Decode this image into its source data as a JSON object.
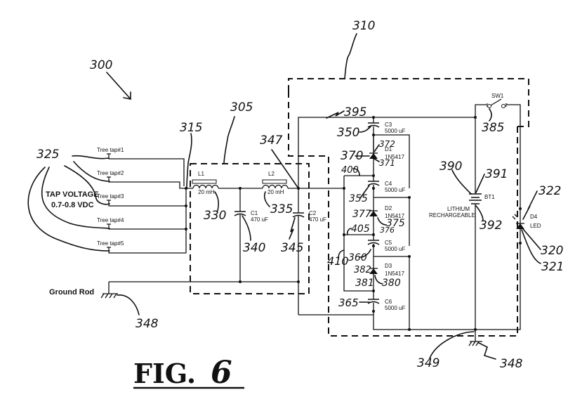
{
  "figure": {
    "title": "FIG.",
    "number": "6",
    "reference": "300"
  },
  "modules": {
    "filter_module": "305",
    "storage_module": "310"
  },
  "inputs": {
    "group_ref": "325",
    "taps": [
      "Tree tap#1",
      "Tree tap#2",
      "Tree tap#3",
      "Tree tap#4",
      "Tree tap#5"
    ],
    "tap_voltage_label": "TAP VOLTAGE",
    "tap_voltage_value": "0.7-0.8 VDC",
    "bus_ref": "315",
    "ground_label": "Ground Rod",
    "ground_ref": "348"
  },
  "components": {
    "L1": {
      "name": "L1",
      "value": "20 mH",
      "ref": "330"
    },
    "L2": {
      "name": "L2",
      "value": "20 mH",
      "ref": "335"
    },
    "C1": {
      "name": "C1",
      "value": "470 uF",
      "ref": "340"
    },
    "C2": {
      "name": "C2",
      "value": "470 uF",
      "ref": "345"
    },
    "C3": {
      "name": "C3",
      "value": "5000 uF",
      "ref": "350"
    },
    "C4": {
      "name": "C4",
      "value": "5000 uF",
      "ref": "355"
    },
    "C5": {
      "name": "C5",
      "value": "5000 uF",
      "ref": "360"
    },
    "C6": {
      "name": "C6",
      "value": "5000 uF",
      "ref": "365"
    },
    "D1": {
      "name": "D1",
      "part": "1N5417",
      "ref": "370",
      "anode_ref": "371",
      "cathode_ref": "372"
    },
    "D2": {
      "name": "D2",
      "part": "1N5417",
      "ref": "377",
      "ref2": "375",
      "ref3": "376"
    },
    "D3": {
      "name": "D3",
      "part": "1N5417",
      "ref": "382",
      "ref2": "381",
      "ref3": "380"
    },
    "BT1": {
      "name": "BT1",
      "desc1": "LITHIUM",
      "desc2": "RECHARGEABLE",
      "ref": "390",
      "pos_ref": "391",
      "neg_ref": "392"
    },
    "SW1": {
      "name": "SW1",
      "pin1": "1",
      "pin2": "2",
      "ref": "385"
    },
    "D4": {
      "name": "D4",
      "desc": "LED",
      "ref": "322",
      "ref2": "320",
      "ref3": "321"
    }
  },
  "nodes": {
    "node_347": "347",
    "bus_395": "395",
    "node_400": "400",
    "node_405": "405",
    "node_410": "410",
    "node_349": "349",
    "ground_right_ref": "348"
  }
}
